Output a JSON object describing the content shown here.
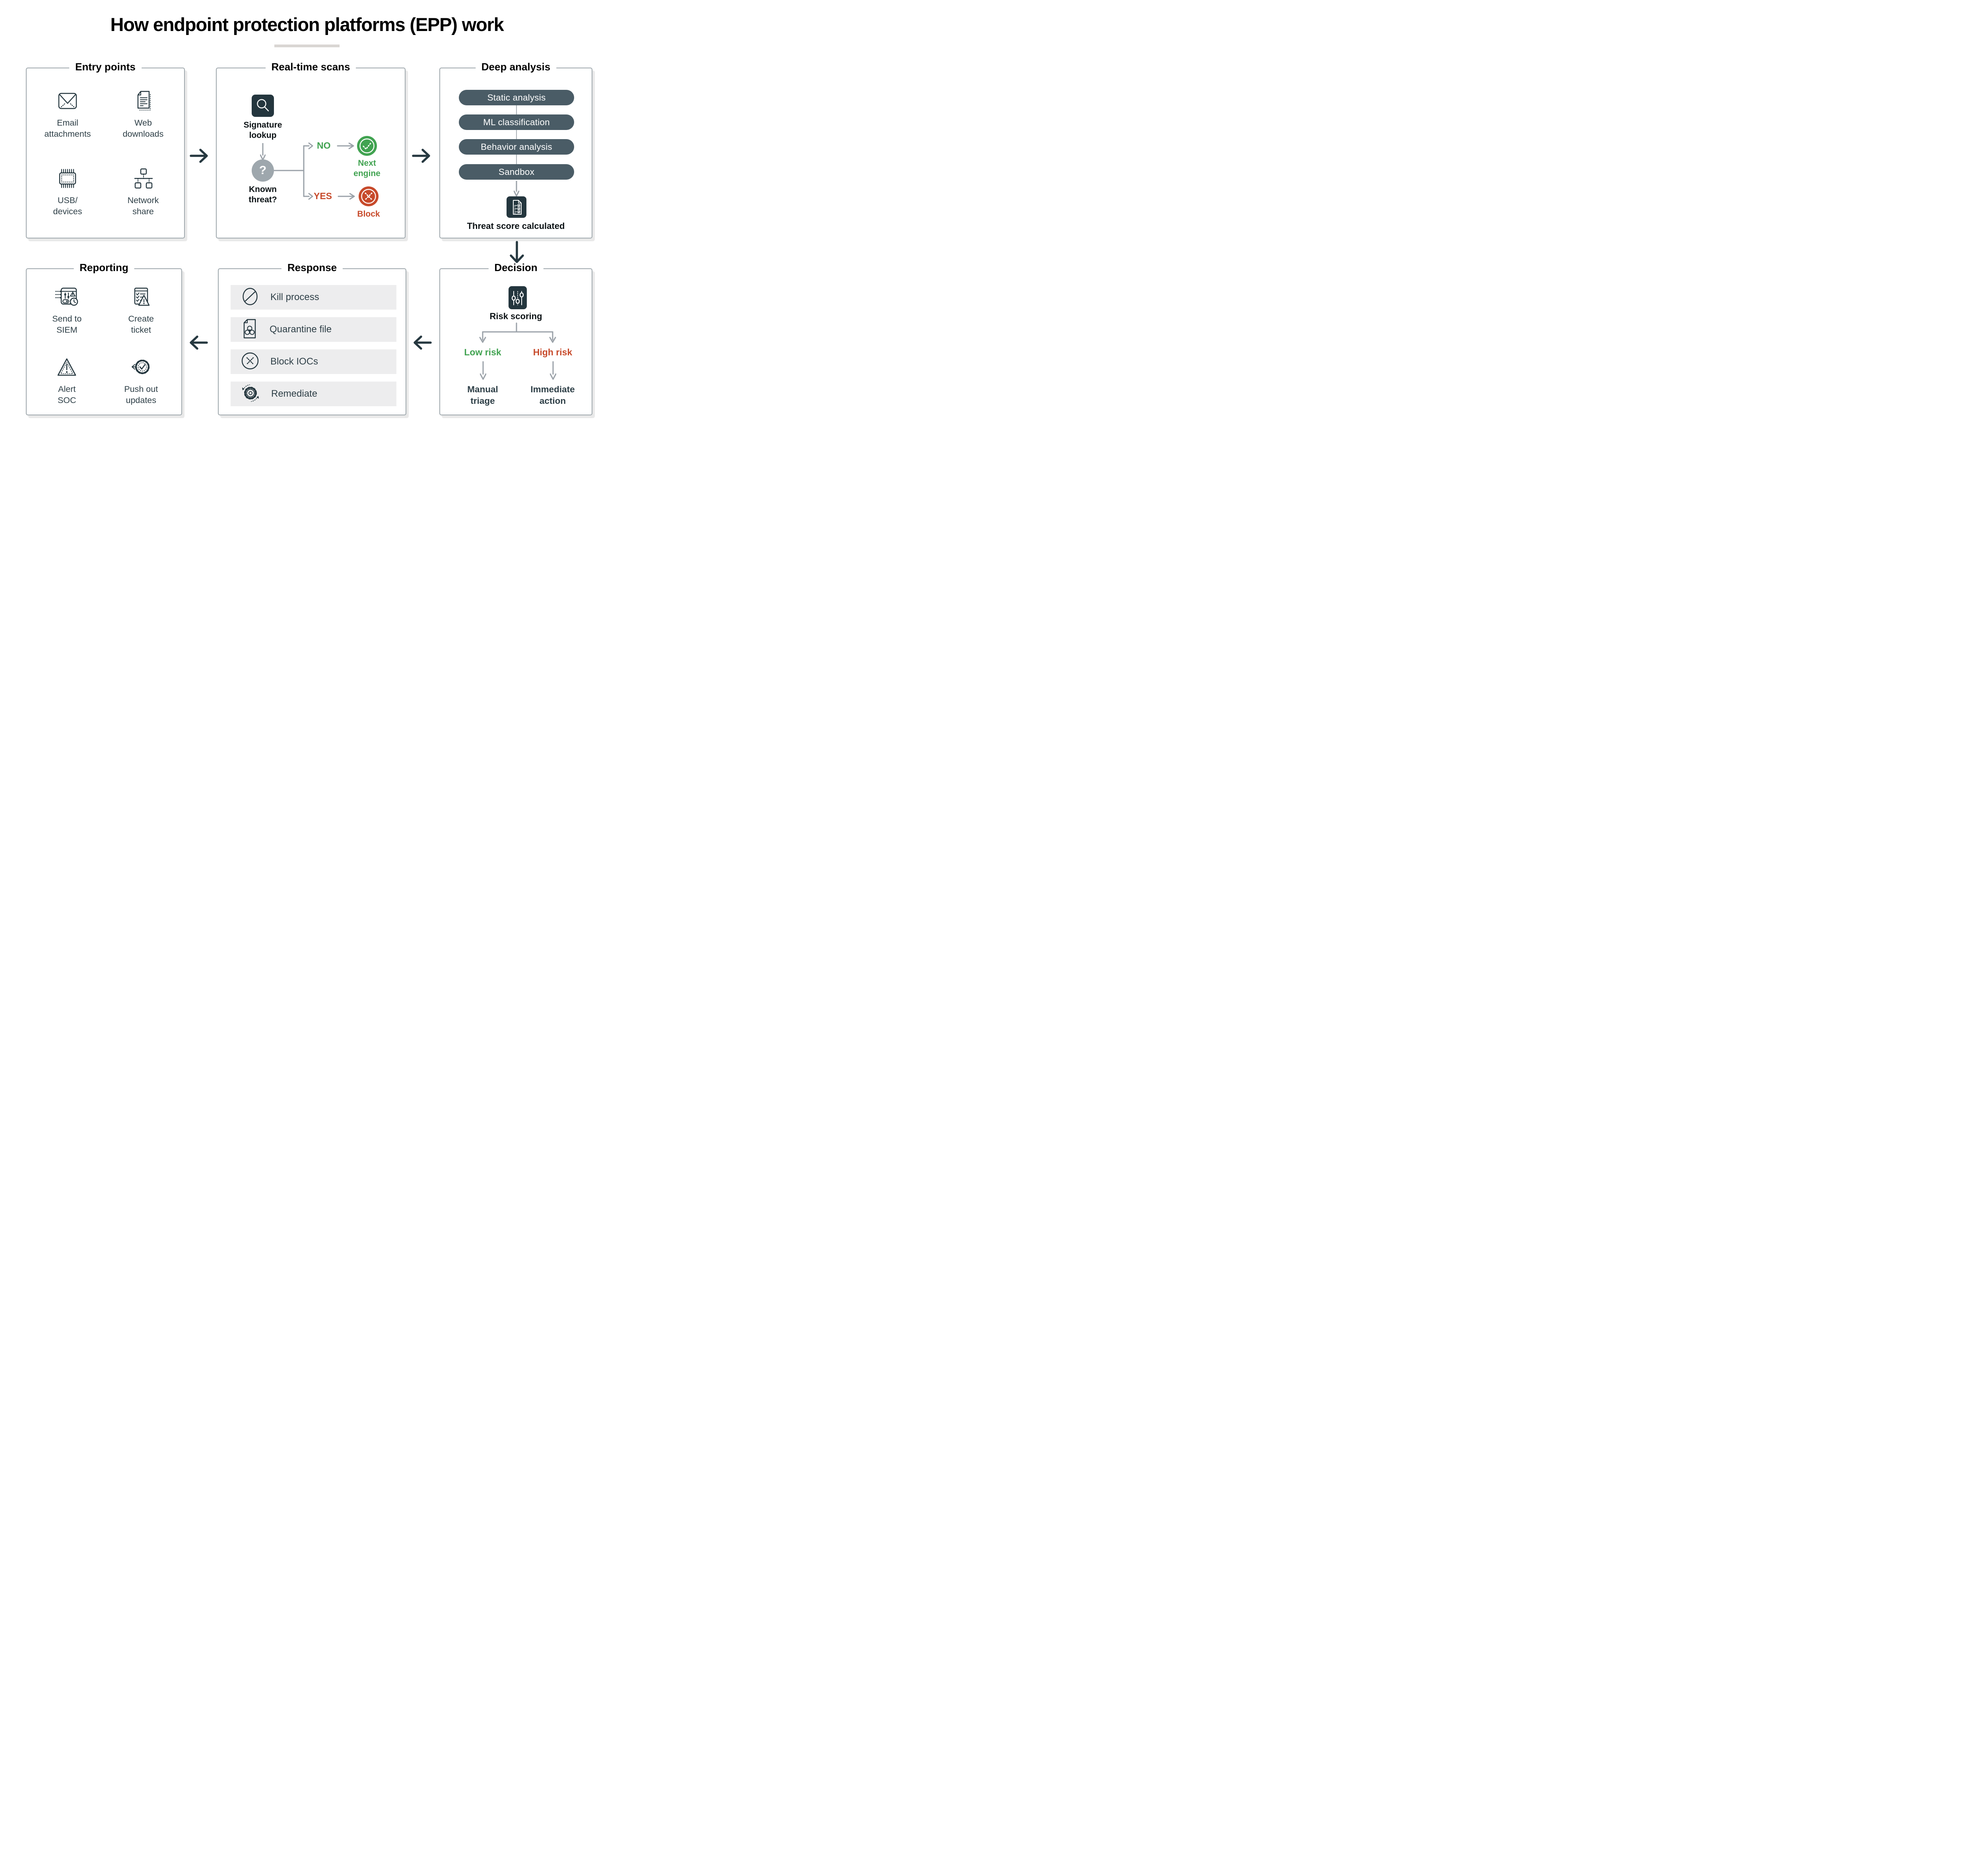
{
  "title": "How endpoint protection platforms (EPP) work",
  "colors": {
    "dark": "#24363e",
    "slate": "#2e3f47",
    "pill_bg": "#4a5c66",
    "green": "#41a351",
    "red": "#c74a2b",
    "gray_arrow": "#9aa1a8",
    "row_bg": "#ededee",
    "panel_border": "#9fa8ad"
  },
  "panels": {
    "entry_points": {
      "title": "Entry points",
      "items": [
        {
          "icon": "envelope-icon",
          "label": "Email\nattachments"
        },
        {
          "icon": "document-icon",
          "label": "Web\ndownloads"
        },
        {
          "icon": "chip-icon",
          "label": "USB/\ndevices"
        },
        {
          "icon": "network-icon",
          "label": "Network\nshare"
        }
      ]
    },
    "realtime": {
      "title": "Real-time scans",
      "signature": {
        "icon": "magnifier-icon",
        "label": "Signature\nlookup"
      },
      "question": {
        "glyph": "?",
        "label": "Known\nthreat?"
      },
      "no_branch": {
        "tag": "NO",
        "icon": "check-circle-icon",
        "result": "Next\nengine"
      },
      "yes_branch": {
        "tag": "YES",
        "icon": "x-circle-icon",
        "result": "Block"
      }
    },
    "deep_analysis": {
      "title": "Deep analysis",
      "pills": [
        "Static analysis",
        "ML classification",
        "Behavior analysis",
        "Sandbox"
      ],
      "score": {
        "icon": "checklist-icon",
        "caption": "Threat score calculated"
      }
    },
    "decision": {
      "title": "Decision",
      "scoring": {
        "icon": "sliders-icon",
        "label": "Risk scoring"
      },
      "low": {
        "tag": "Low risk",
        "action": "Manual\ntriage"
      },
      "high": {
        "tag": "High risk",
        "action": "Immediate\naction"
      }
    },
    "response": {
      "title": "Response",
      "items": [
        {
          "icon": "no-entry-icon",
          "label": "Kill process"
        },
        {
          "icon": "biohazard-file-icon",
          "label": "Quarantine file"
        },
        {
          "icon": "blocked-circle-icon",
          "label": "Block IOCs"
        },
        {
          "icon": "remediate-gear-icon",
          "label": "Remediate"
        }
      ]
    },
    "reporting": {
      "title": "Reporting",
      "items": [
        {
          "icon": "siem-dashboard-icon",
          "label": "Send to\nSIEM"
        },
        {
          "icon": "ticket-warning-icon",
          "label": "Create\nticket"
        },
        {
          "icon": "warning-triangle-icon",
          "label": "Alert\nSOC"
        },
        {
          "icon": "updates-badge-icon",
          "label": "Push out\nupdates"
        }
      ]
    }
  }
}
